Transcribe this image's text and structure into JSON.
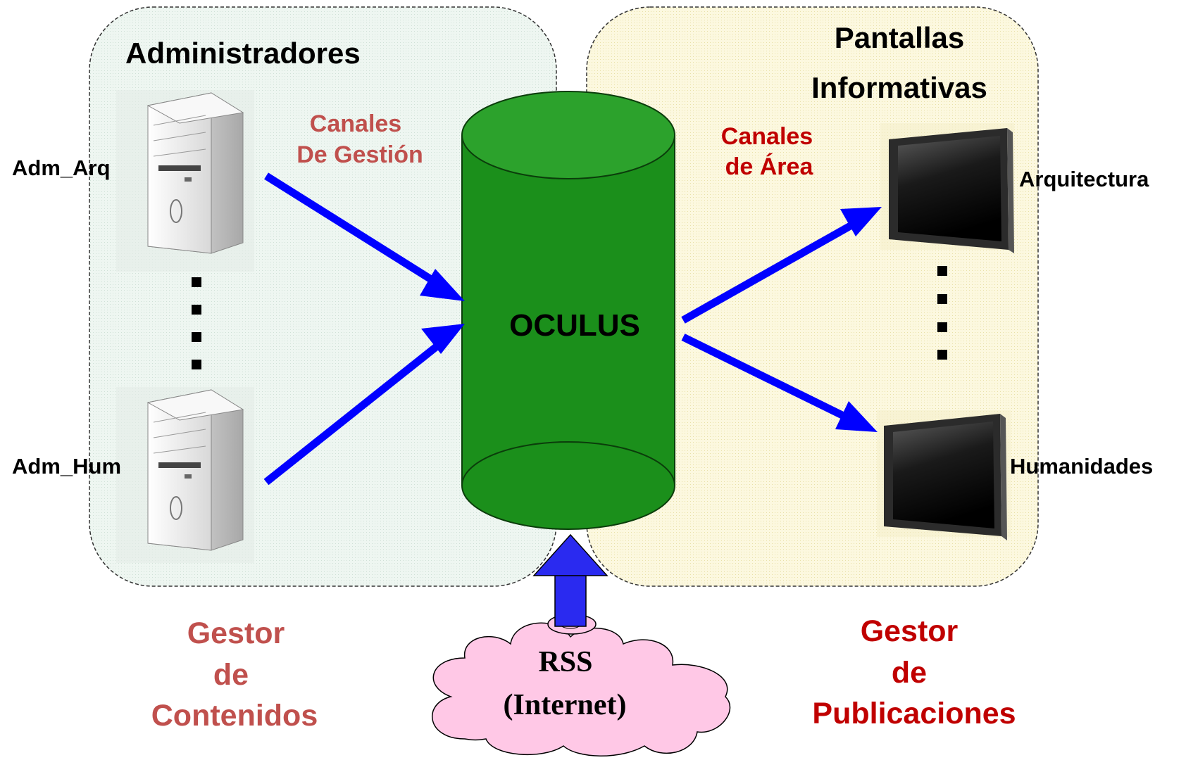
{
  "groups": {
    "admins_title": "Administradores",
    "screens_title_line1": "Pantallas",
    "screens_title_line2": "Informativas"
  },
  "nodes": {
    "adm_arq": "Adm_Arq",
    "adm_hum": "Adm_Hum",
    "arquitectura": "Arquitectura",
    "humanidades": "Humanidades",
    "oculus": "OCULUS",
    "rss_line1": "RSS",
    "rss_line2": "(Internet)"
  },
  "edges": {
    "canales_gestion_line1": "Canales",
    "canales_gestion_line2": "De Gestión",
    "canales_area_line1": "Canales",
    "canales_area_line2": "de Área"
  },
  "footer": {
    "gestor_contenidos_line1": "Gestor",
    "gestor_contenidos_line2": "de",
    "gestor_contenidos_line3": "Contenidos",
    "gestor_publicaciones_line1": "Gestor",
    "gestor_publicaciones_line2": "de",
    "gestor_publicaciones_line3": "Publicaciones"
  },
  "colors": {
    "admins_bg": "#e9f2ee",
    "screens_bg": "#fbf7dc",
    "cylinder": "#1b8f1b",
    "arrow": "#0000ff",
    "cloud": "#ffc8e6",
    "label_red_light": "#c0504d",
    "label_red_dark": "#c00000"
  }
}
